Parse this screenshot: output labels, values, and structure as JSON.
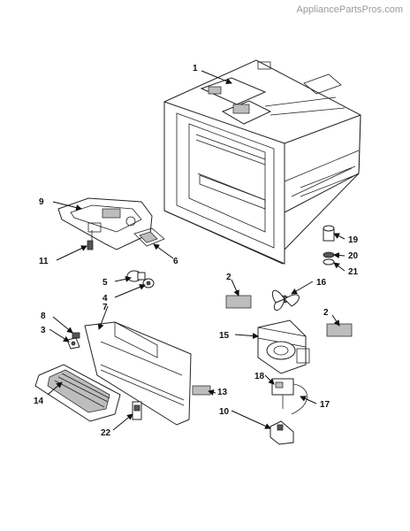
{
  "watermark": "AppliancePartsPros.com",
  "callouts": {
    "c1": "1",
    "c2a": "2",
    "c2b": "2",
    "c3": "3",
    "c4": "4",
    "c5": "5",
    "c6": "6",
    "c7": "7",
    "c8": "8",
    "c9": "9",
    "c10": "10",
    "c11": "11",
    "c13": "13",
    "c14": "14",
    "c15": "15",
    "c16": "16",
    "c17": "17",
    "c18": "18",
    "c19": "19",
    "c20": "20",
    "c21": "21",
    "c22": "22"
  }
}
